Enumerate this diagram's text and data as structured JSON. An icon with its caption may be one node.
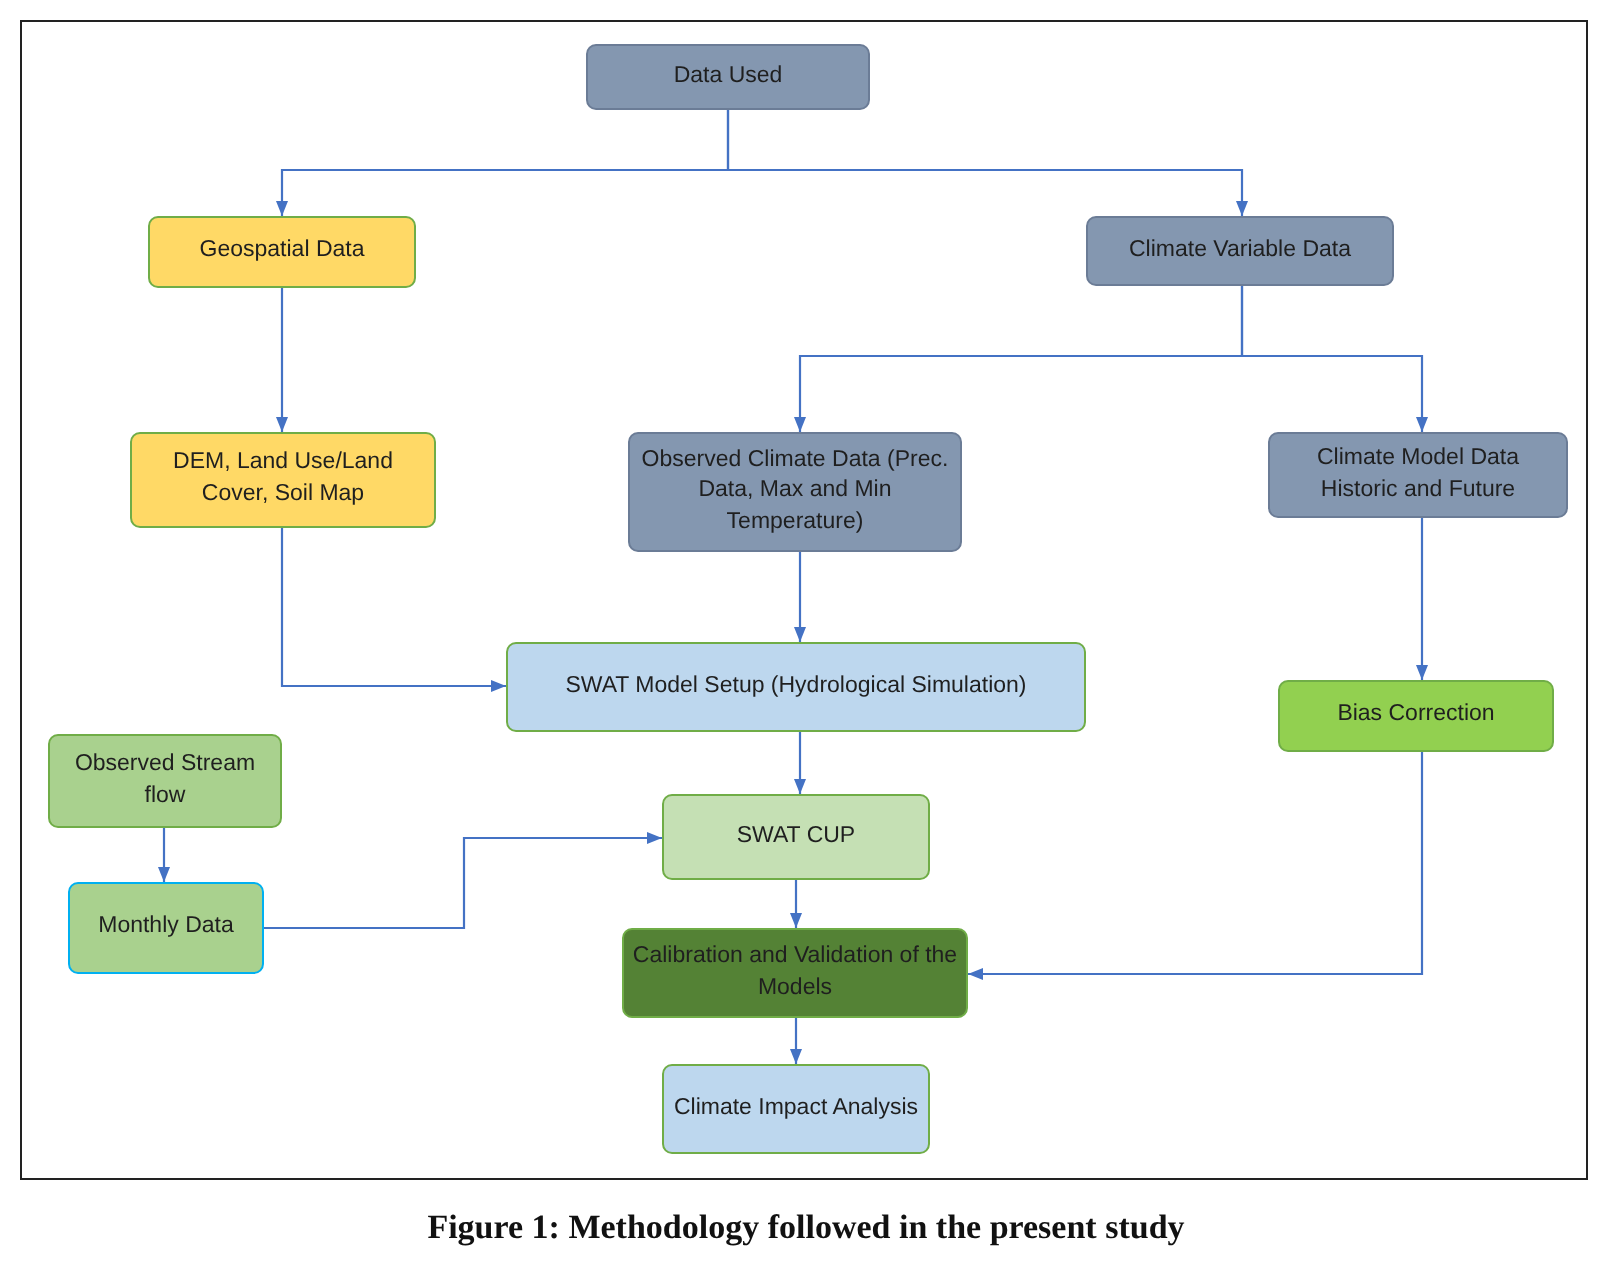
{
  "diagram": {
    "caption": "Figure 1: Methodology followed in the present study",
    "nodes": [
      {
        "text": [
          "Data Used"
        ]
      },
      {
        "text": [
          "Geospatial Data"
        ]
      },
      {
        "text": [
          "Climate Variable Data"
        ]
      },
      {
        "text": [
          "DEM, Land Use/Land Cover, Soil Map"
        ]
      },
      {
        "text": [
          "Observed Climate Data (Prec. Data, Max and Min Temperature)"
        ]
      },
      {
        "text": [
          "Climate Model Data Historic and Future"
        ]
      },
      {
        "text": [
          "SWAT Model Setup (Hydrological Simulation)"
        ]
      },
      {
        "text": [
          "Observed Stream flow"
        ]
      },
      {
        "text": [
          "Bias Correction"
        ]
      },
      {
        "text": [
          "SWAT CUP"
        ]
      },
      {
        "text": [
          "Monthly Data"
        ]
      },
      {
        "text": [
          "Calibration and Validation of the Models"
        ]
      },
      {
        "text": [
          "Climate Impact Analysis"
        ]
      }
    ],
    "edges": [
      {
        "from": 0,
        "to": 1,
        "arrow": "to"
      },
      {
        "from": 0,
        "to": 2,
        "arrow": "to"
      },
      {
        "from": 2,
        "to": 4,
        "arrow": "to"
      },
      {
        "from": 2,
        "to": 5,
        "arrow": "to"
      },
      {
        "from": 1,
        "to": 3,
        "arrow": "to"
      },
      {
        "from": 3,
        "to": 6,
        "arrow": "to"
      },
      {
        "from": 4,
        "to": 6,
        "arrow": "to"
      },
      {
        "from": 5,
        "to": 8,
        "arrow": "to"
      },
      {
        "from": 6,
        "to": 9,
        "arrow": "to"
      },
      {
        "from": 7,
        "to": 10,
        "arrow": "to"
      },
      {
        "from": 10,
        "to": 9,
        "arrow": "to"
      },
      {
        "from": 9,
        "to": 11,
        "arrow": "to"
      },
      {
        "from": 8,
        "to": 11,
        "arrow": "to"
      },
      {
        "from": 11,
        "to": 12,
        "arrow": "to"
      }
    ]
  }
}
